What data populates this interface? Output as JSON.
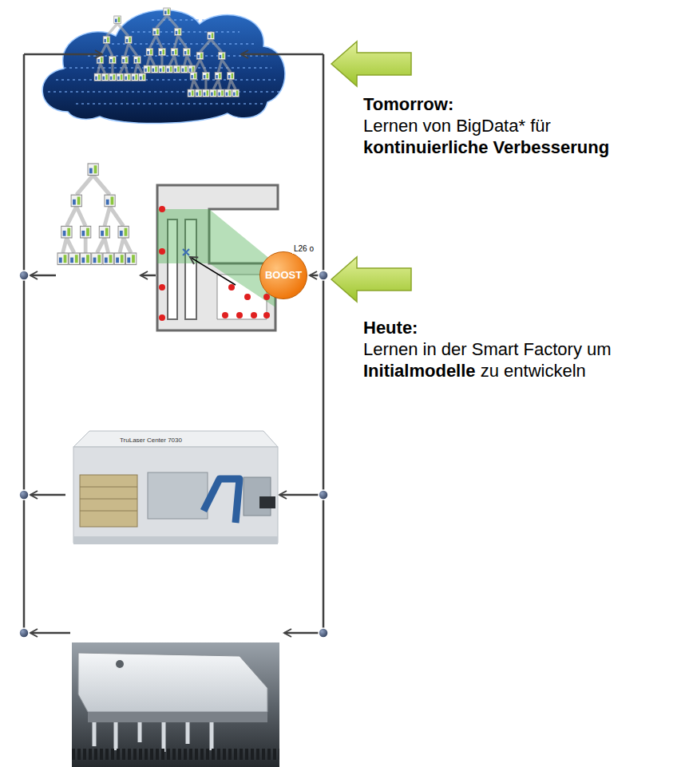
{
  "diagram": {
    "nodes": [
      {
        "text": [
          "BOOST"
        ]
      }
    ],
    "labels": [
      "L26 o",
      "TruLaser Center 7030",
      "Tomorrow:",
      "Lernen von BigData* für",
      "kontinuierliche Verbesserung",
      "Heute:",
      "Lernen in der Smart Factory um",
      "Initialmodelle",
      "zu entwickeln"
    ]
  }
}
